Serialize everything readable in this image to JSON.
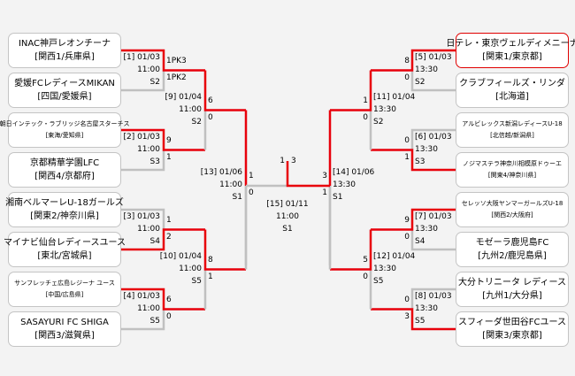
{
  "colors": {
    "win": "#e8000b",
    "lose": "#c0c0c0",
    "box_border": "#c4c4c4",
    "winner_border": "#e00000"
  },
  "left_teams": [
    {
      "name": "INAC神戸レオンチーナ",
      "region": "[関西1/兵庫県]",
      "small": false
    },
    {
      "name": "愛媛FCレディースMIKAN",
      "region": "[四国/愛媛県]",
      "small": false
    },
    {
      "name": "朝日インテック・ラブリッジ名古屋スターチス",
      "region": "[東海/愛知県]",
      "small": true
    },
    {
      "name": "京都精華学園LFC",
      "region": "[関西4/京都府]",
      "small": false
    },
    {
      "name": "湘南ベルマーレU-18ガールズ",
      "region": "[関東2/神奈川県]",
      "small": false
    },
    {
      "name": "マイナビ仙台レディースユース",
      "region": "[東北/宮城県]",
      "small": false
    },
    {
      "name": "サンフレッチェ広島レジーナ ユース",
      "region": "[中国/広島県]",
      "small": true
    },
    {
      "name": "SASAYURI FC SHIGA",
      "region": "[関西3/滋賀県]",
      "small": false
    }
  ],
  "right_teams": [
    {
      "name": "日テレ・東京ヴェルディメニーナ",
      "region": "[関東1/東京都]",
      "small": false,
      "champion": true
    },
    {
      "name": "クラブフィールズ・リンダ",
      "region": "[北海道]",
      "small": false
    },
    {
      "name": "アルビレックス新潟レディースU-18",
      "region": "[北信越/新潟県]",
      "small": true
    },
    {
      "name": "ノジマステラ神奈川相模原ドゥーエ",
      "region": "[関東4/神奈川県]",
      "small": true
    },
    {
      "name": "セレッソ大阪ヤンマーガールズU-18",
      "region": "[関西2/大阪府]",
      "small": true
    },
    {
      "name": "モゼーラ鹿児島FC",
      "region": "[九州2/鹿児島県]",
      "small": false
    },
    {
      "name": "大分トリニータ レディース",
      "region": "[九州1/大分県]",
      "small": false
    },
    {
      "name": "スフィーダ世田谷FCユース",
      "region": "[関東3/東京都]",
      "small": false
    }
  ],
  "matches": {
    "m1": {
      "no": "[1] 01/03",
      "time": "11:00",
      "venue": "S2",
      "score_top": "1PK3",
      "score_bottom": "1PK2"
    },
    "m2": {
      "no": "[2] 01/03",
      "time": "11:00",
      "venue": "S3",
      "score_top": "9",
      "score_bottom": "1"
    },
    "m3": {
      "no": "[3] 01/03",
      "time": "11:00",
      "venue": "S4",
      "score_top": "1",
      "score_bottom": "2"
    },
    "m4": {
      "no": "[4] 01/03",
      "time": "11:00",
      "venue": "S5",
      "score_top": "6",
      "score_bottom": "0"
    },
    "m5": {
      "no": "[5] 01/03",
      "time": "13:30",
      "venue": "S2",
      "score_top": "8",
      "score_bottom": "0"
    },
    "m6": {
      "no": "[6] 01/03",
      "time": "13:30",
      "venue": "S3",
      "score_top": "0",
      "score_bottom": "1"
    },
    "m7": {
      "no": "[7] 01/03",
      "time": "13:30",
      "venue": "S4",
      "score_top": "9",
      "score_bottom": "0"
    },
    "m8": {
      "no": "[8] 01/03",
      "time": "13:30",
      "venue": "S5",
      "score_top": "0",
      "score_bottom": "3"
    },
    "m9": {
      "no": "[9] 01/04",
      "time": "11:00",
      "venue": "S2",
      "score_top": "6",
      "score_bottom": "0"
    },
    "m10": {
      "no": "[10] 01/04",
      "time": "11:00",
      "venue": "S5",
      "score_top": "8",
      "score_bottom": "1"
    },
    "m11": {
      "no": "[11] 01/04",
      "time": "13:30",
      "venue": "S2",
      "score_top": "1",
      "score_bottom": "0"
    },
    "m12": {
      "no": "[12] 01/04",
      "time": "13:30",
      "venue": "S5",
      "score_top": "5",
      "score_bottom": "0"
    },
    "m13": {
      "no": "[13] 01/06",
      "time": "11:00",
      "venue": "S1",
      "score_top": "1",
      "score_bottom": "0"
    },
    "m14": {
      "no": "[14] 01/06",
      "time": "13:30",
      "venue": "S1",
      "score_top": "3",
      "score_bottom": "1"
    },
    "m15": {
      "no": "[15] 01/11",
      "time": "11:00",
      "venue": "S1",
      "score_left": "1",
      "score_right": "3"
    }
  }
}
